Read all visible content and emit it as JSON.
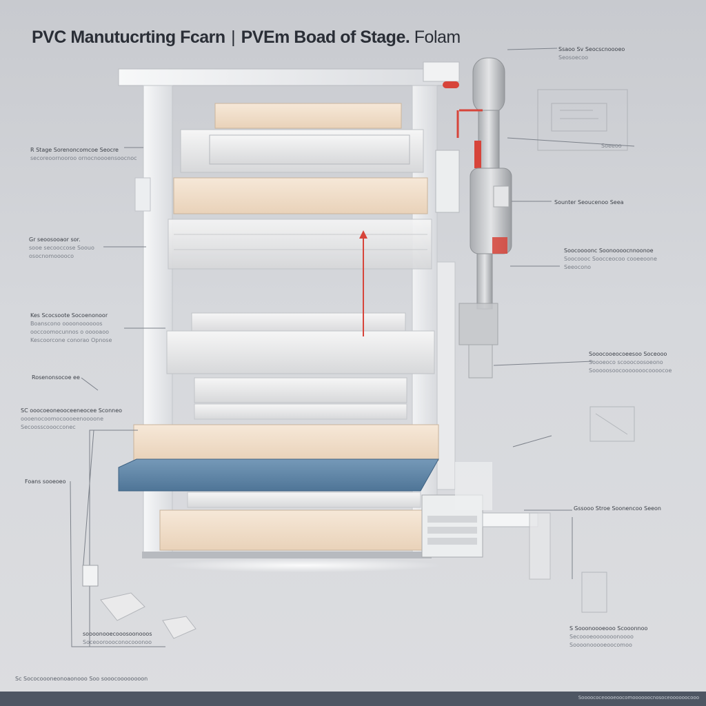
{
  "title": {
    "main": "PVC Manutucrting Fcarn",
    "separator": "|",
    "sub": "PVEm Boad of Stage.",
    "tail": "Folam"
  },
  "left_labels": [
    {
      "line1": "R Stage Sorenoncomcoe Seocre",
      "line2": "secoreoornooroo ornocnoooensoocnoc"
    },
    {
      "line1": "Gr seoosooaor sor.",
      "line2": "sooe secooccose Soouo",
      "line3": "osocnomooooco"
    },
    {
      "line1": "Kes Scocsoote Socoenonoor",
      "line2": "Boanscono oooonoooooos",
      "line3": "ooccoomocunnos o ooooaoo",
      "line4": "Kescoorcone conorao Opnose"
    },
    {
      "line1": "Rosenonsocoe ee"
    },
    {
      "line1": "SC ooocoeoneooceeneocee Sconneo",
      "line2": "oooenocoomocoooeenoooone",
      "line3": "Secoosscooocconec"
    },
    {
      "line1": "Foans sooeoeo"
    },
    {
      "line1": "soooonooecooosoonooos",
      "line2": "Soceooroooconocooonoo"
    }
  ],
  "right_labels": [
    {
      "line1": "Ssaoo Sv Seocscnoooeo",
      "line2": "Seosoecoo"
    },
    {
      "line1": "Soeeoo"
    },
    {
      "line1": "Sounter Seoucenoo Seea"
    },
    {
      "line1": "Soocoooonc Soonoooocnnoonoe",
      "line2": "Soocoooc Soocceocoo cooeeoone",
      "line3": "Seeocono"
    },
    {
      "line1": "Sooocooeocoeesoo Soceooo",
      "line2": "Soooeoco scooocoosoeono",
      "line3": "Sooooosoocooooooocoooocoe"
    },
    {
      "line1": "Gssooo Stroe Soonencoo Seeon"
    },
    {
      "line1": "S Sooonoooeooo Scooonnoo",
      "line2": "Secoooeooooooonoooo",
      "line3": "Soooonooooeoocomoo"
    }
  ],
  "bottom_note": "Sc Sococoooneonoaonooo Soo sooocoooooooon",
  "footer_text": "Soooococeoooeoocomoooooocnosoceoooooocooo",
  "colors": {
    "background": "#d6d8dc",
    "frame": "#eef0f2",
    "foam_board": "#efdcc6",
    "blue_board": "#5d84a5",
    "accent_red": "#d7443a",
    "pipe": "#c7c9cc",
    "footer": "#4e5663"
  }
}
